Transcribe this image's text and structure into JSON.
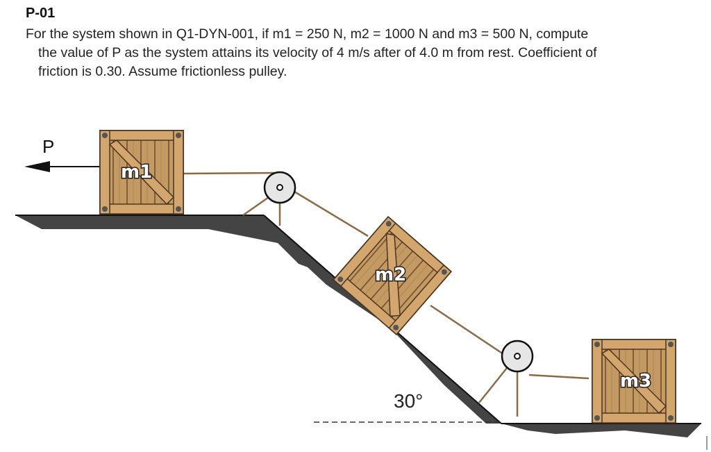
{
  "problem": {
    "id": "P-01",
    "line1": "For the system shown in Q1-DYN-001, if m1 = 250 N, m2 = 1000 N and m3 = 500 N, compute",
    "line2": "the value of P as the system attains its velocity of 4 m/s after of 4.0 m from rest. Coefficient of",
    "line3": "friction is 0.30. Assume frictionless pulley."
  },
  "diagram": {
    "force_label": "P",
    "m1_label": "m1",
    "m2_label": "m2",
    "m3_label": "m3",
    "angle_label": "30°"
  }
}
